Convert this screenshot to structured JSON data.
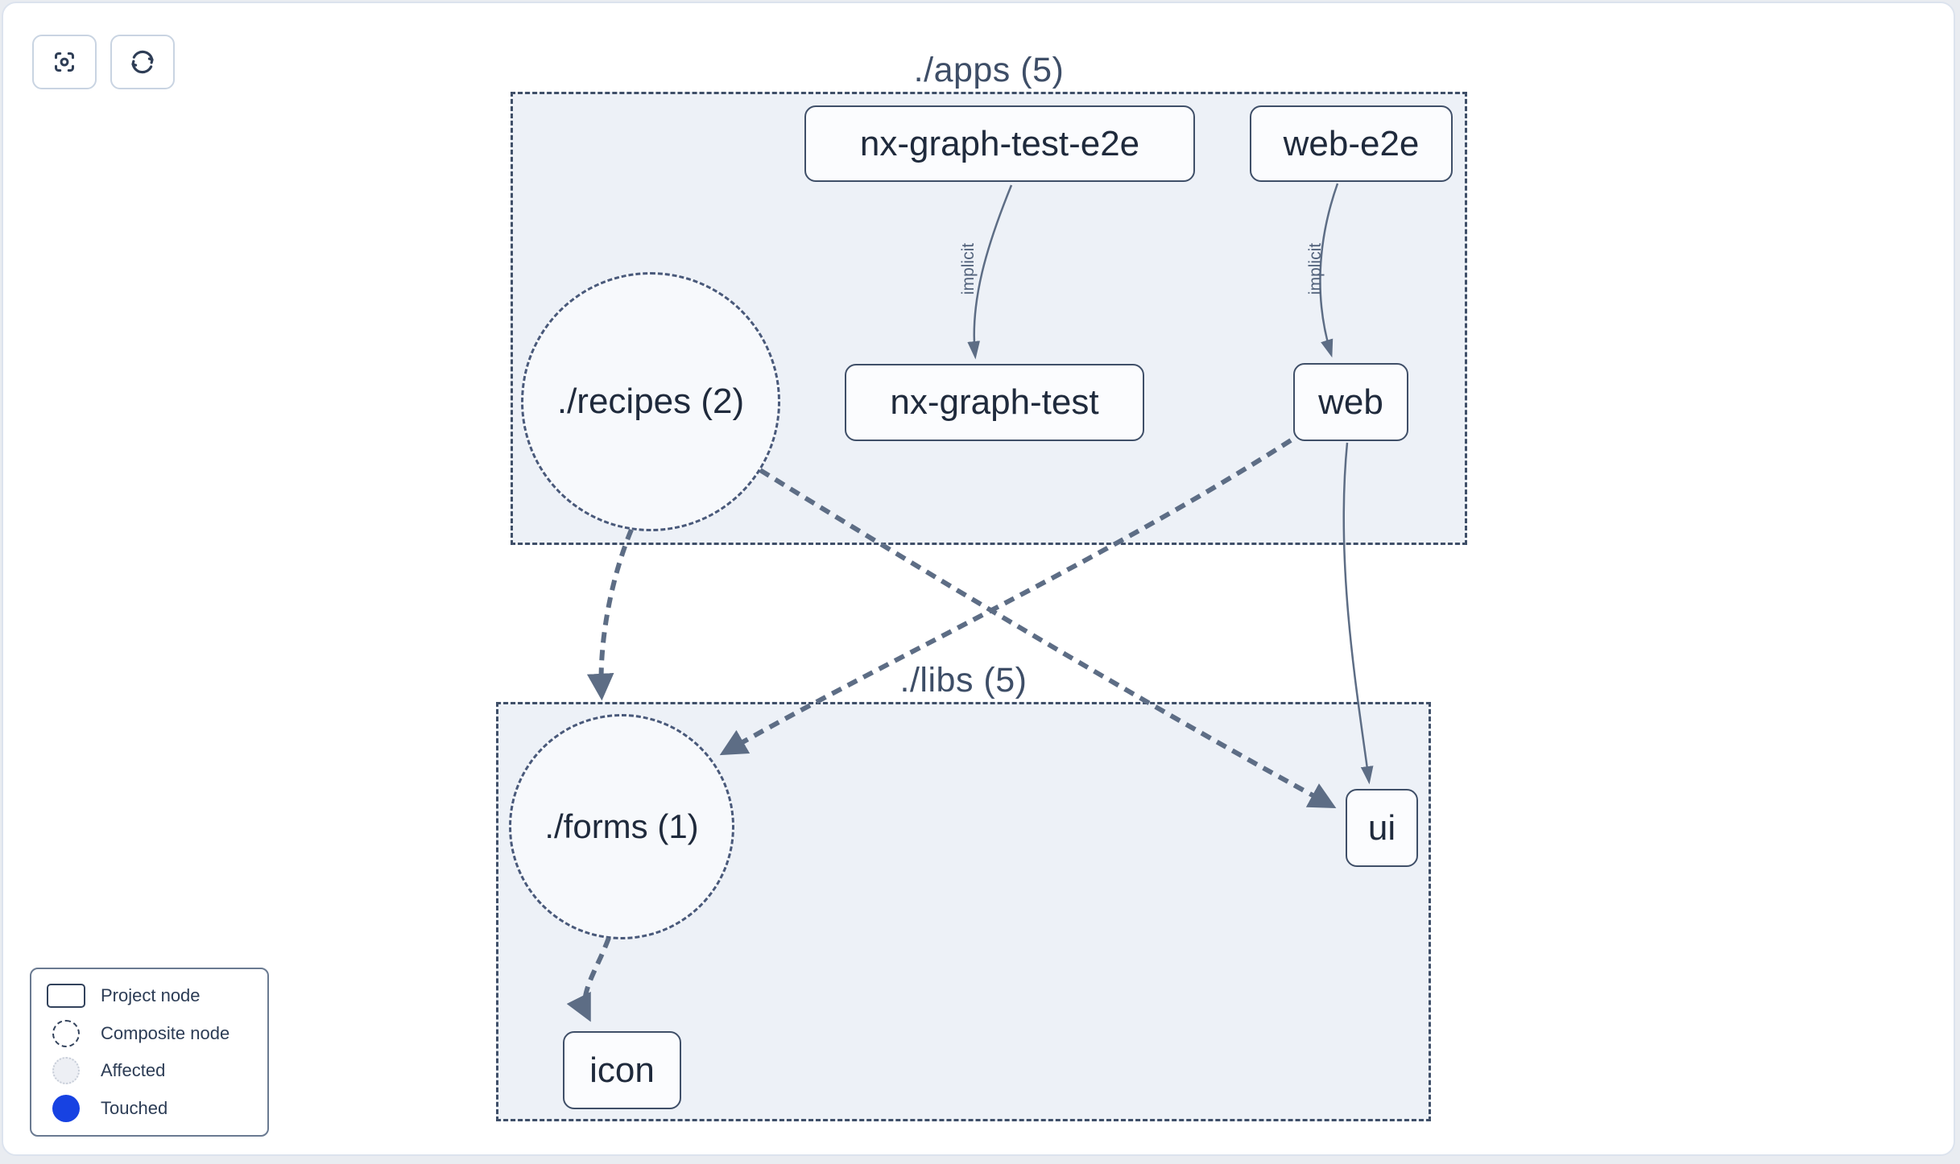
{
  "toolbar": {
    "buttons": [
      {
        "name": "focus",
        "icon": "focus-target-icon"
      },
      {
        "name": "refresh",
        "icon": "refresh-icon"
      }
    ]
  },
  "graph": {
    "groups": [
      {
        "id": "apps",
        "label": "./apps (5)"
      },
      {
        "id": "libs",
        "label": "./libs (5)"
      }
    ],
    "nodes": [
      {
        "id": "nx-graph-test-e2e",
        "label": "nx-graph-test-e2e",
        "type": "project",
        "group": "apps"
      },
      {
        "id": "web-e2e",
        "label": "web-e2e",
        "type": "project",
        "group": "apps"
      },
      {
        "id": "recipes",
        "label": "./recipes (2)",
        "type": "composite",
        "group": "apps"
      },
      {
        "id": "nx-graph-test",
        "label": "nx-graph-test",
        "type": "project",
        "group": "apps"
      },
      {
        "id": "web",
        "label": "web",
        "type": "project",
        "group": "apps"
      },
      {
        "id": "forms",
        "label": "./forms (1)",
        "type": "composite",
        "group": "libs"
      },
      {
        "id": "ui",
        "label": "ui",
        "type": "project",
        "group": "libs"
      },
      {
        "id": "icon",
        "label": "icon",
        "type": "project",
        "group": "libs"
      }
    ],
    "edges": [
      {
        "from": "nx-graph-test-e2e",
        "to": "nx-graph-test",
        "label": "implicit",
        "style": "solid"
      },
      {
        "from": "web-e2e",
        "to": "web",
        "label": "implicit",
        "style": "solid"
      },
      {
        "from": "web",
        "to": "ui",
        "label": "",
        "style": "solid"
      },
      {
        "from": "recipes",
        "to": "forms",
        "label": "",
        "style": "dashed"
      },
      {
        "from": "recipes",
        "to": "ui",
        "label": "",
        "style": "dashed"
      },
      {
        "from": "web",
        "to": "forms",
        "label": "",
        "style": "dashed"
      },
      {
        "from": "forms",
        "to": "icon",
        "label": "",
        "style": "dashed"
      }
    ]
  },
  "legend": {
    "items": [
      {
        "label": "Project node",
        "key": "project-node-key"
      },
      {
        "label": "Composite node",
        "key": "composite-node-key"
      },
      {
        "label": "Affected",
        "key": "affected-key"
      },
      {
        "label": "Touched",
        "key": "touched-key"
      }
    ]
  },
  "colors": {
    "container_fill": "#edf1f7",
    "container_border": "#3f4f68",
    "node_border": "#3f4f68",
    "edge": "#5d6d85",
    "touched_blue": "#1742e2",
    "affected_fill": "#edeff4",
    "frame_border": "#dce3ee"
  }
}
